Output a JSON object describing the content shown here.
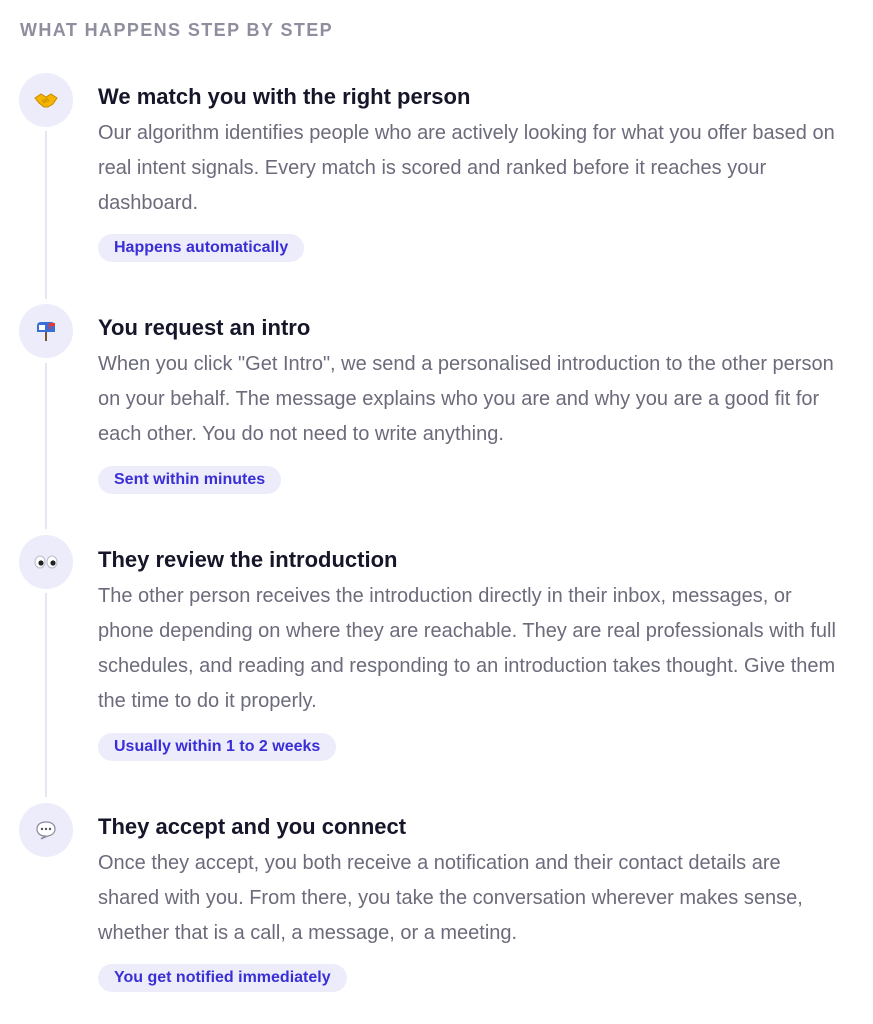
{
  "section": {
    "heading": "WHAT HAPPENS STEP BY STEP"
  },
  "steps": [
    {
      "icon": "handshake-icon",
      "title": "We match you with the right person",
      "description": "Our algorithm identifies people who are actively looking for what you offer based on real intent signals. Every match is scored and ranked before it reaches your dashboard.",
      "badge": "Happens automatically"
    },
    {
      "icon": "mailbox-icon",
      "title": "You request an intro",
      "description": "When you click \"Get Intro\", we send a personalised introduction to the other person on your behalf. The message explains who you are and why you are a good fit for each other. You do not need to write anything.",
      "badge": "Sent within minutes"
    },
    {
      "icon": "eyes-icon",
      "title": "They review the introduction",
      "description": "The other person receives the introduction directly in their inbox, messages, or phone depending on where they are reachable. They are real professionals with full schedules, and reading and responding to an introduction takes thought. Give them the time to do it properly.",
      "badge": "Usually within 1 to 2 weeks"
    },
    {
      "icon": "speech-bubble-icon",
      "title": "They accept and you connect",
      "description": "Once they accept, you both receive a notification and their contact details are shared with you. From there, you take the conversation wherever makes sense, whether that is a call, a message, or a meeting.",
      "badge": "You get notified immediately"
    }
  ],
  "colors": {
    "accent": "#3a2fd6",
    "badge_bg": "#ececfb",
    "icon_bg": "#ececfb",
    "title": "#16162a",
    "body": "#6b6b7b",
    "heading": "#8e8e9e",
    "timeline": "#e6e6f2"
  }
}
